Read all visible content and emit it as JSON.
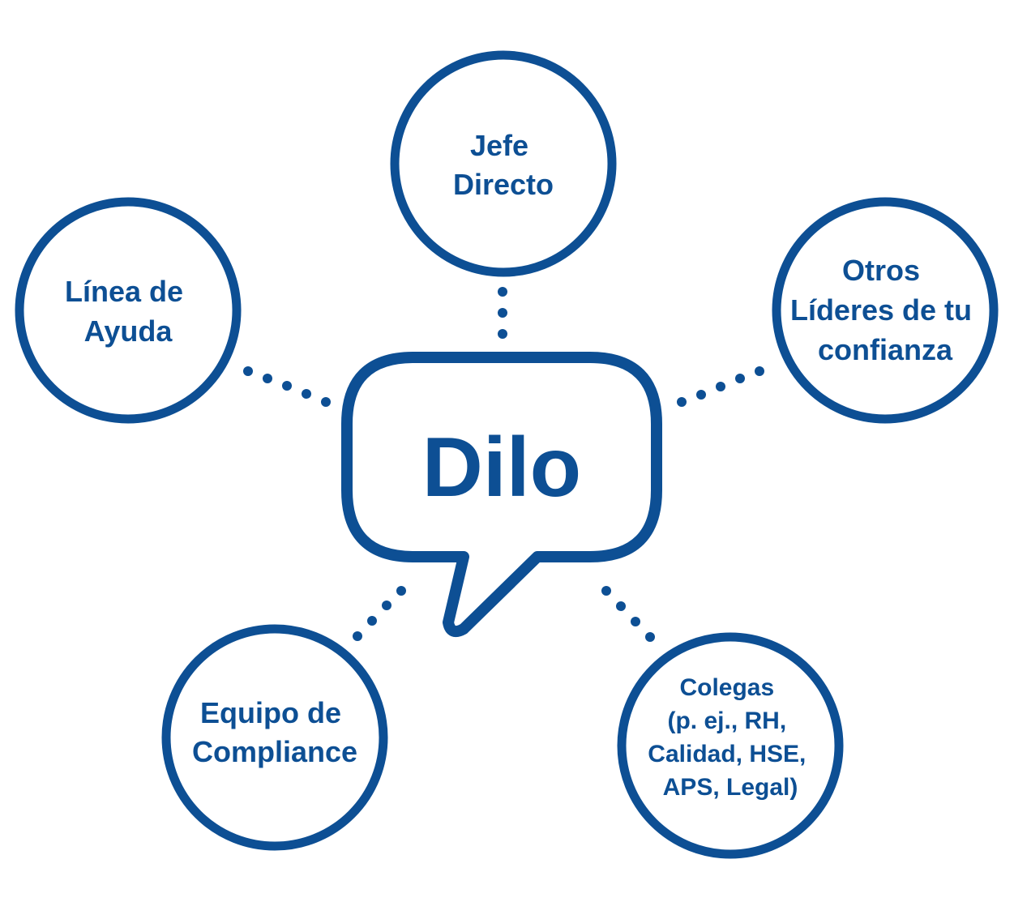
{
  "colors": {
    "primary": "#0d4f94",
    "background": "#ffffff"
  },
  "center": {
    "label": "Dilo"
  },
  "nodes": [
    {
      "id": "jefe-directo",
      "lines": [
        "Jefe",
        "Directo"
      ]
    },
    {
      "id": "linea-de-ayuda",
      "lines": [
        "Línea de",
        "Ayuda"
      ]
    },
    {
      "id": "otros-lideres",
      "lines": [
        "Otros",
        "Líderes de tu",
        "confianza"
      ]
    },
    {
      "id": "equipo-compliance",
      "lines": [
        "Equipo de",
        "Compliance"
      ]
    },
    {
      "id": "colegas",
      "lines": [
        "Colegas",
        "(p. ej., RH,",
        "Calidad, HSE,",
        "APS, Legal)"
      ]
    }
  ]
}
